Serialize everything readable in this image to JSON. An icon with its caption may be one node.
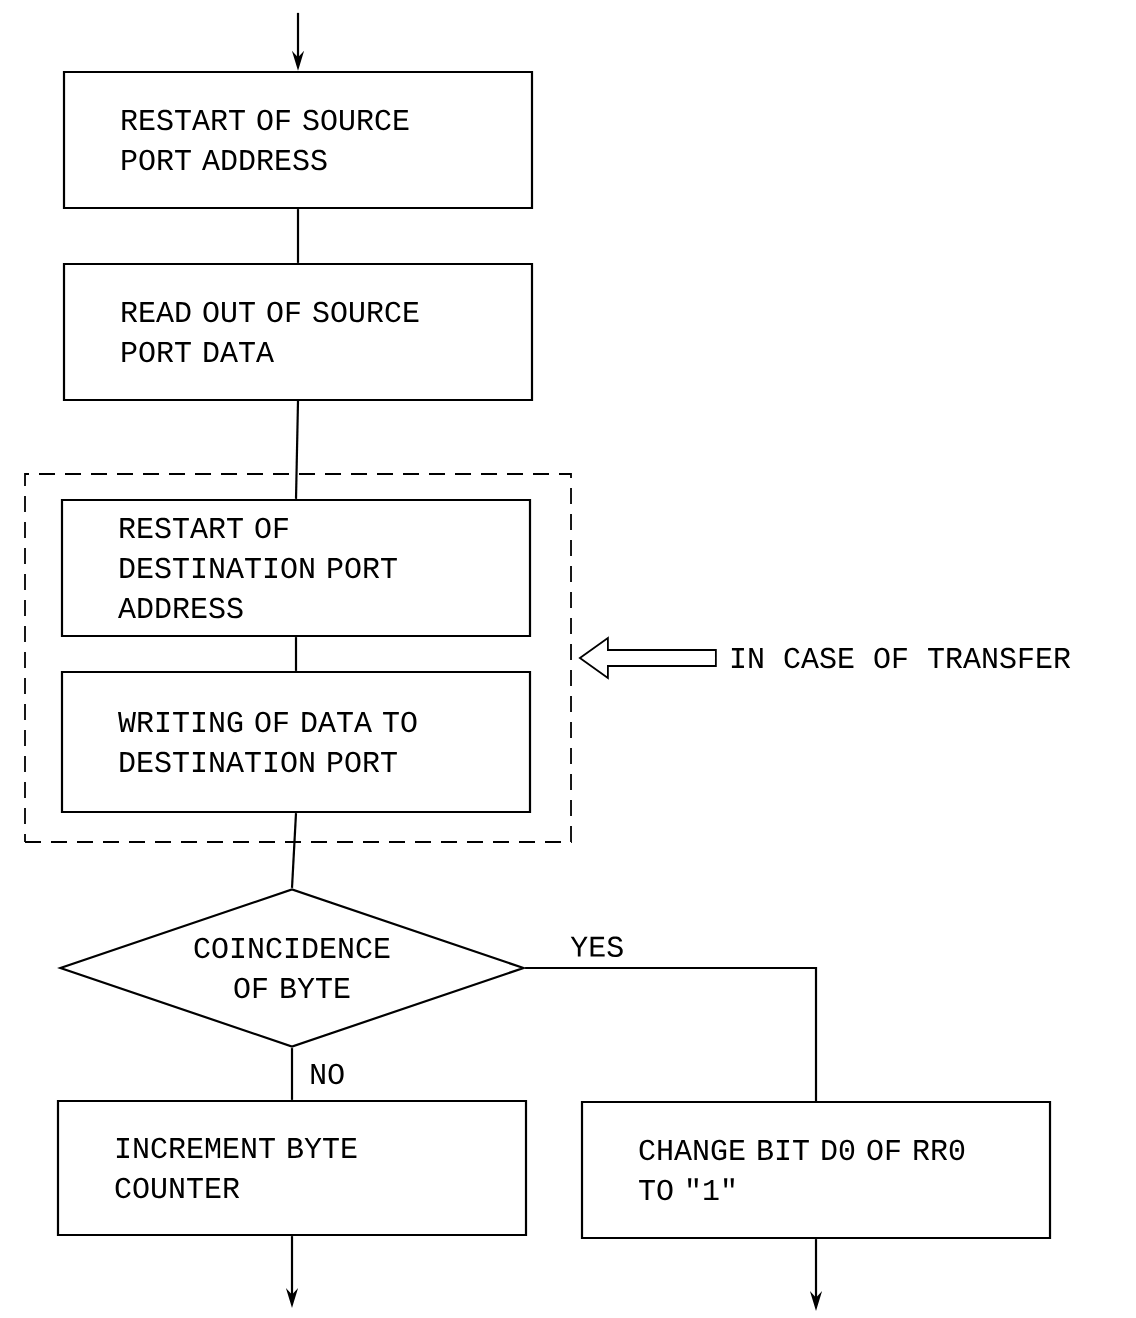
{
  "diagram": {
    "nodes": [
      {
        "text": [
          "RESTART OF SOURCE PORT ADDRESS"
        ]
      },
      {
        "text": [
          "READ OUT OF SOURCE PORT DATA"
        ]
      },
      {
        "text": [],
        "shape": "box"
      },
      {
        "text": [
          "RESTART OF DESTINATION PORT ADDRESS"
        ],
        "in": 2
      },
      {
        "text": [
          "WRITING OF DATA TO DESTINATION PORT"
        ],
        "in": 2
      },
      {
        "text": [
          "IN CASE OF TRANSFER"
        ]
      },
      {
        "text": [
          "COINCIDENCE OF BYTE"
        ]
      },
      {
        "text": [
          "INCREMENT BYTE COUNTER"
        ]
      },
      {
        "text": [
          "CHANGE BIT D0 OF RR0 TO \"1\""
        ]
      }
    ],
    "edges": [
      {
        "from": null,
        "to": 0,
        "arrow": "to"
      },
      {
        "from": 0,
        "to": 1,
        "arrow": "none"
      },
      {
        "from": 1,
        "to": 3,
        "arrow": "none"
      },
      {
        "from": 3,
        "to": 4,
        "arrow": "none"
      },
      {
        "from": 4,
        "to": 6,
        "arrow": "none"
      },
      {
        "from": 5,
        "to": 2,
        "arrow": "to",
        "style": "thick"
      },
      {
        "from": 6,
        "to": 7,
        "arrow": "none",
        "label": "NO"
      },
      {
        "from": 6,
        "to": 8,
        "arrow": "none",
        "label": "YES"
      },
      {
        "from": 7,
        "to": null,
        "arrow": "to"
      },
      {
        "from": 8,
        "to": null,
        "arrow": "to"
      }
    ]
  }
}
